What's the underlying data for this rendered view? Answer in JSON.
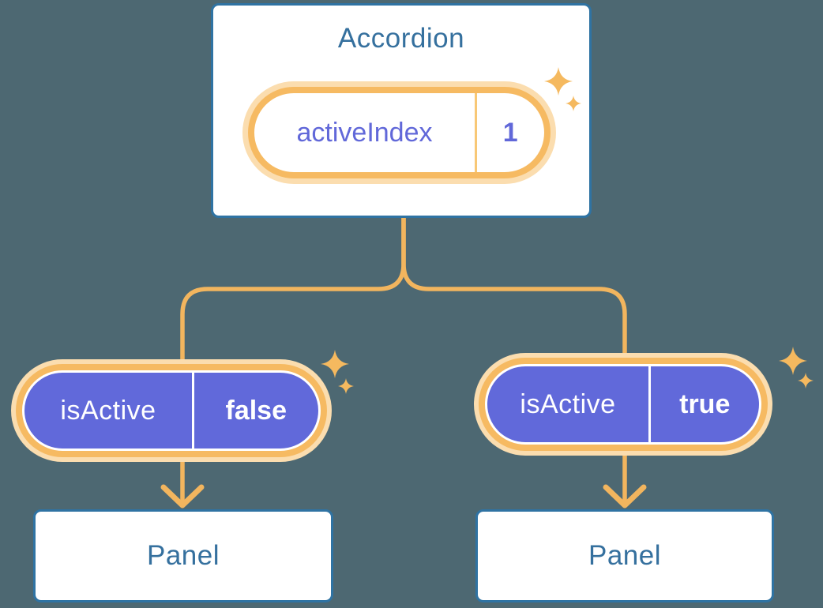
{
  "colors": {
    "background": "#4D6872",
    "card_border": "#2F73A3",
    "card_background": "#FFFFFF",
    "component_text": "#35709E",
    "connector": "#F2B55E",
    "ring_orange": "#F6BA62",
    "ring_cream": "#FBDDAF",
    "pill_purple": "#6169DA",
    "pill_text_white": "#FFFFFF",
    "state_text_purple": "#6168D9",
    "state_divider_orange": "#F8C876",
    "sparkle": "#F5B95F"
  },
  "accordion": {
    "title": "Accordion",
    "state_name": "activeIndex",
    "state_value": "1"
  },
  "props": [
    {
      "name": "isActive",
      "value": "false"
    },
    {
      "name": "isActive",
      "value": "true"
    }
  ],
  "panels": [
    {
      "label": "Panel"
    },
    {
      "label": "Panel"
    }
  ]
}
